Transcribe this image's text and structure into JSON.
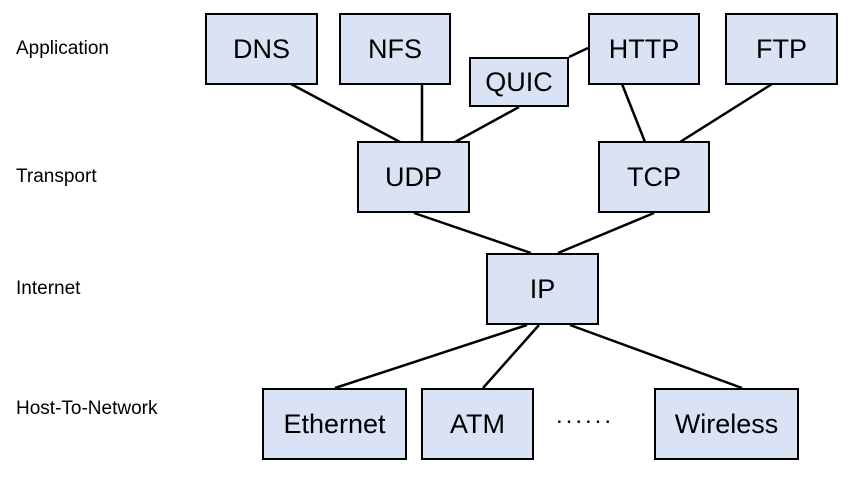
{
  "layers": {
    "application": "Application",
    "transport": "Transport",
    "internet": "Internet",
    "host_to_network": "Host-To-Network"
  },
  "nodes": {
    "dns": "DNS",
    "nfs": "NFS",
    "quic": "QUIC",
    "http": "HTTP",
    "ftp": "FTP",
    "udp": "UDP",
    "tcp": "TCP",
    "ip": "IP",
    "ethernet": "Ethernet",
    "atm": "ATM",
    "wireless": "Wireless"
  },
  "ellipsis": "......",
  "colors": {
    "box_fill": "#dae3f3",
    "box_border": "#000000",
    "line": "#000000"
  }
}
